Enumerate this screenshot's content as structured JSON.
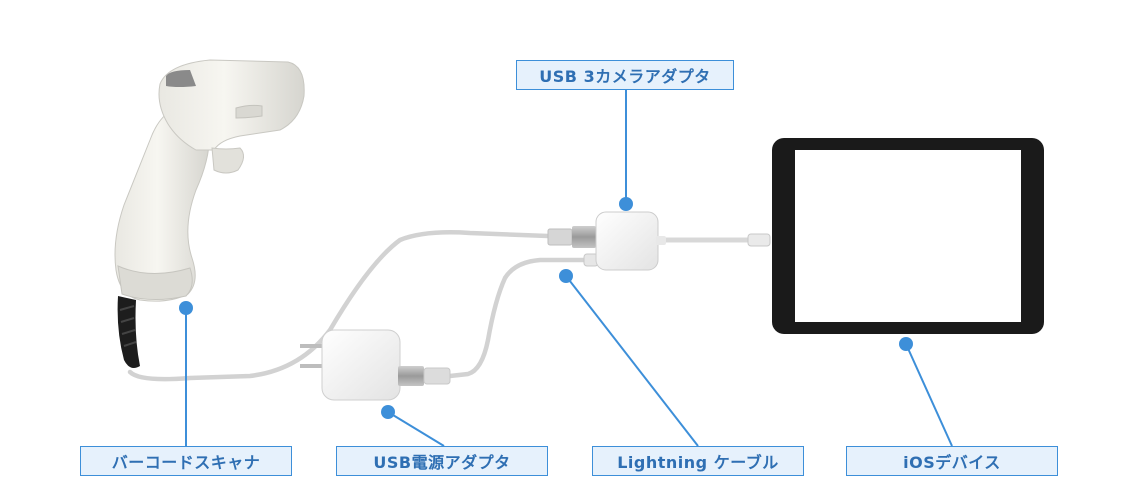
{
  "labels": {
    "camera_adapter": "USB 3カメラアダプタ",
    "barcode_scanner": "バーコードスキャナ",
    "usb_power_adapter": "USB電源アダプタ",
    "lightning_cable": "Lightning ケーブル",
    "ios_device": "iOSデバイス"
  },
  "colors": {
    "accent": "#3d8fd9",
    "label_fill": "#e6f1fc",
    "label_text": "#2f6fb3",
    "device_frame": "#1a1a1a",
    "cable": "#d4d4d4"
  }
}
